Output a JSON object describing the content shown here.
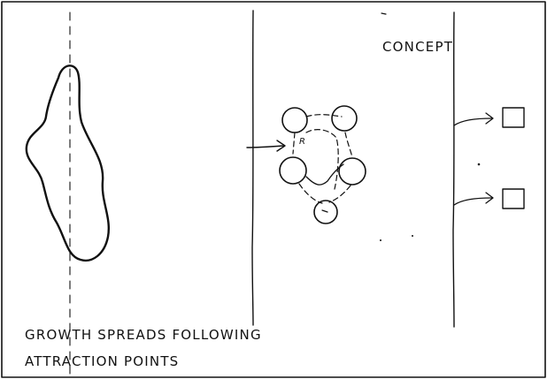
{
  "diagram": {
    "heading": "CONCEPT",
    "caption_line1": "GROWTH SPREADS FOLLOWING",
    "caption_line2": "ATTRACTION POINTS",
    "node_mark": "R",
    "ink_color": "#111111"
  }
}
